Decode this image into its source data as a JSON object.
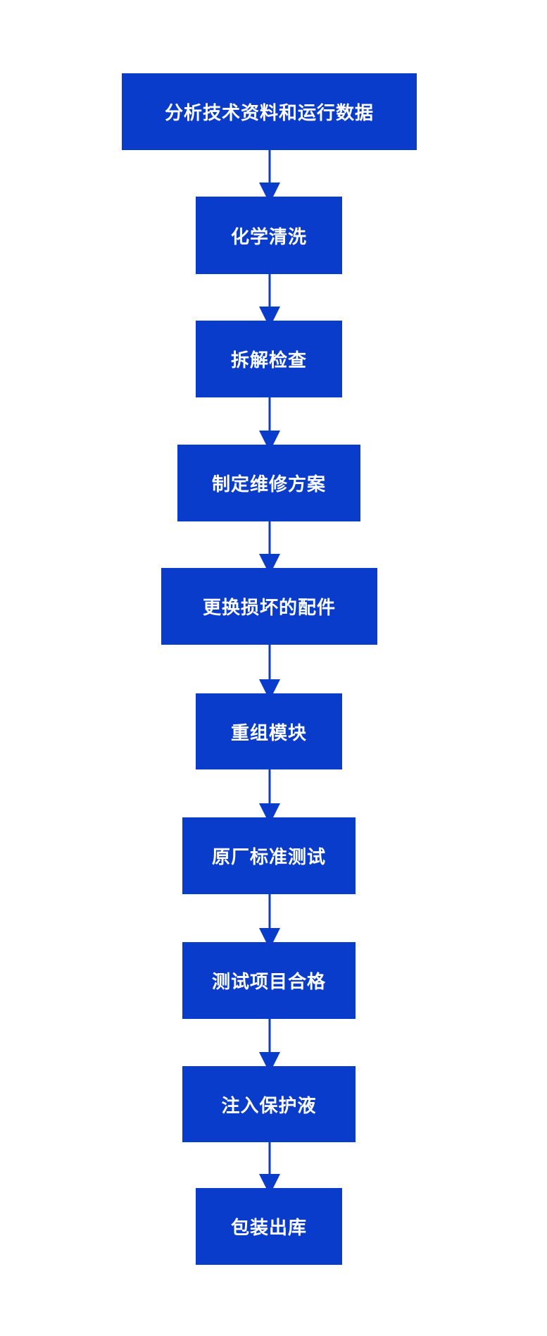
{
  "colors": {
    "box": "#0a3ccc",
    "arrow": "#0a3ccc",
    "text": "#ffffff",
    "background": "#ffffff"
  },
  "flowchart": {
    "steps": [
      {
        "label": "分析技术资料和运行数据"
      },
      {
        "label": "化学清洗"
      },
      {
        "label": "拆解检查"
      },
      {
        "label": "制定维修方案"
      },
      {
        "label": "更换损坏的配件"
      },
      {
        "label": "重组模块"
      },
      {
        "label": "原厂标准测试"
      },
      {
        "label": "测试项目合格"
      },
      {
        "label": "注入保护液"
      },
      {
        "label": "包装出库"
      }
    ]
  }
}
